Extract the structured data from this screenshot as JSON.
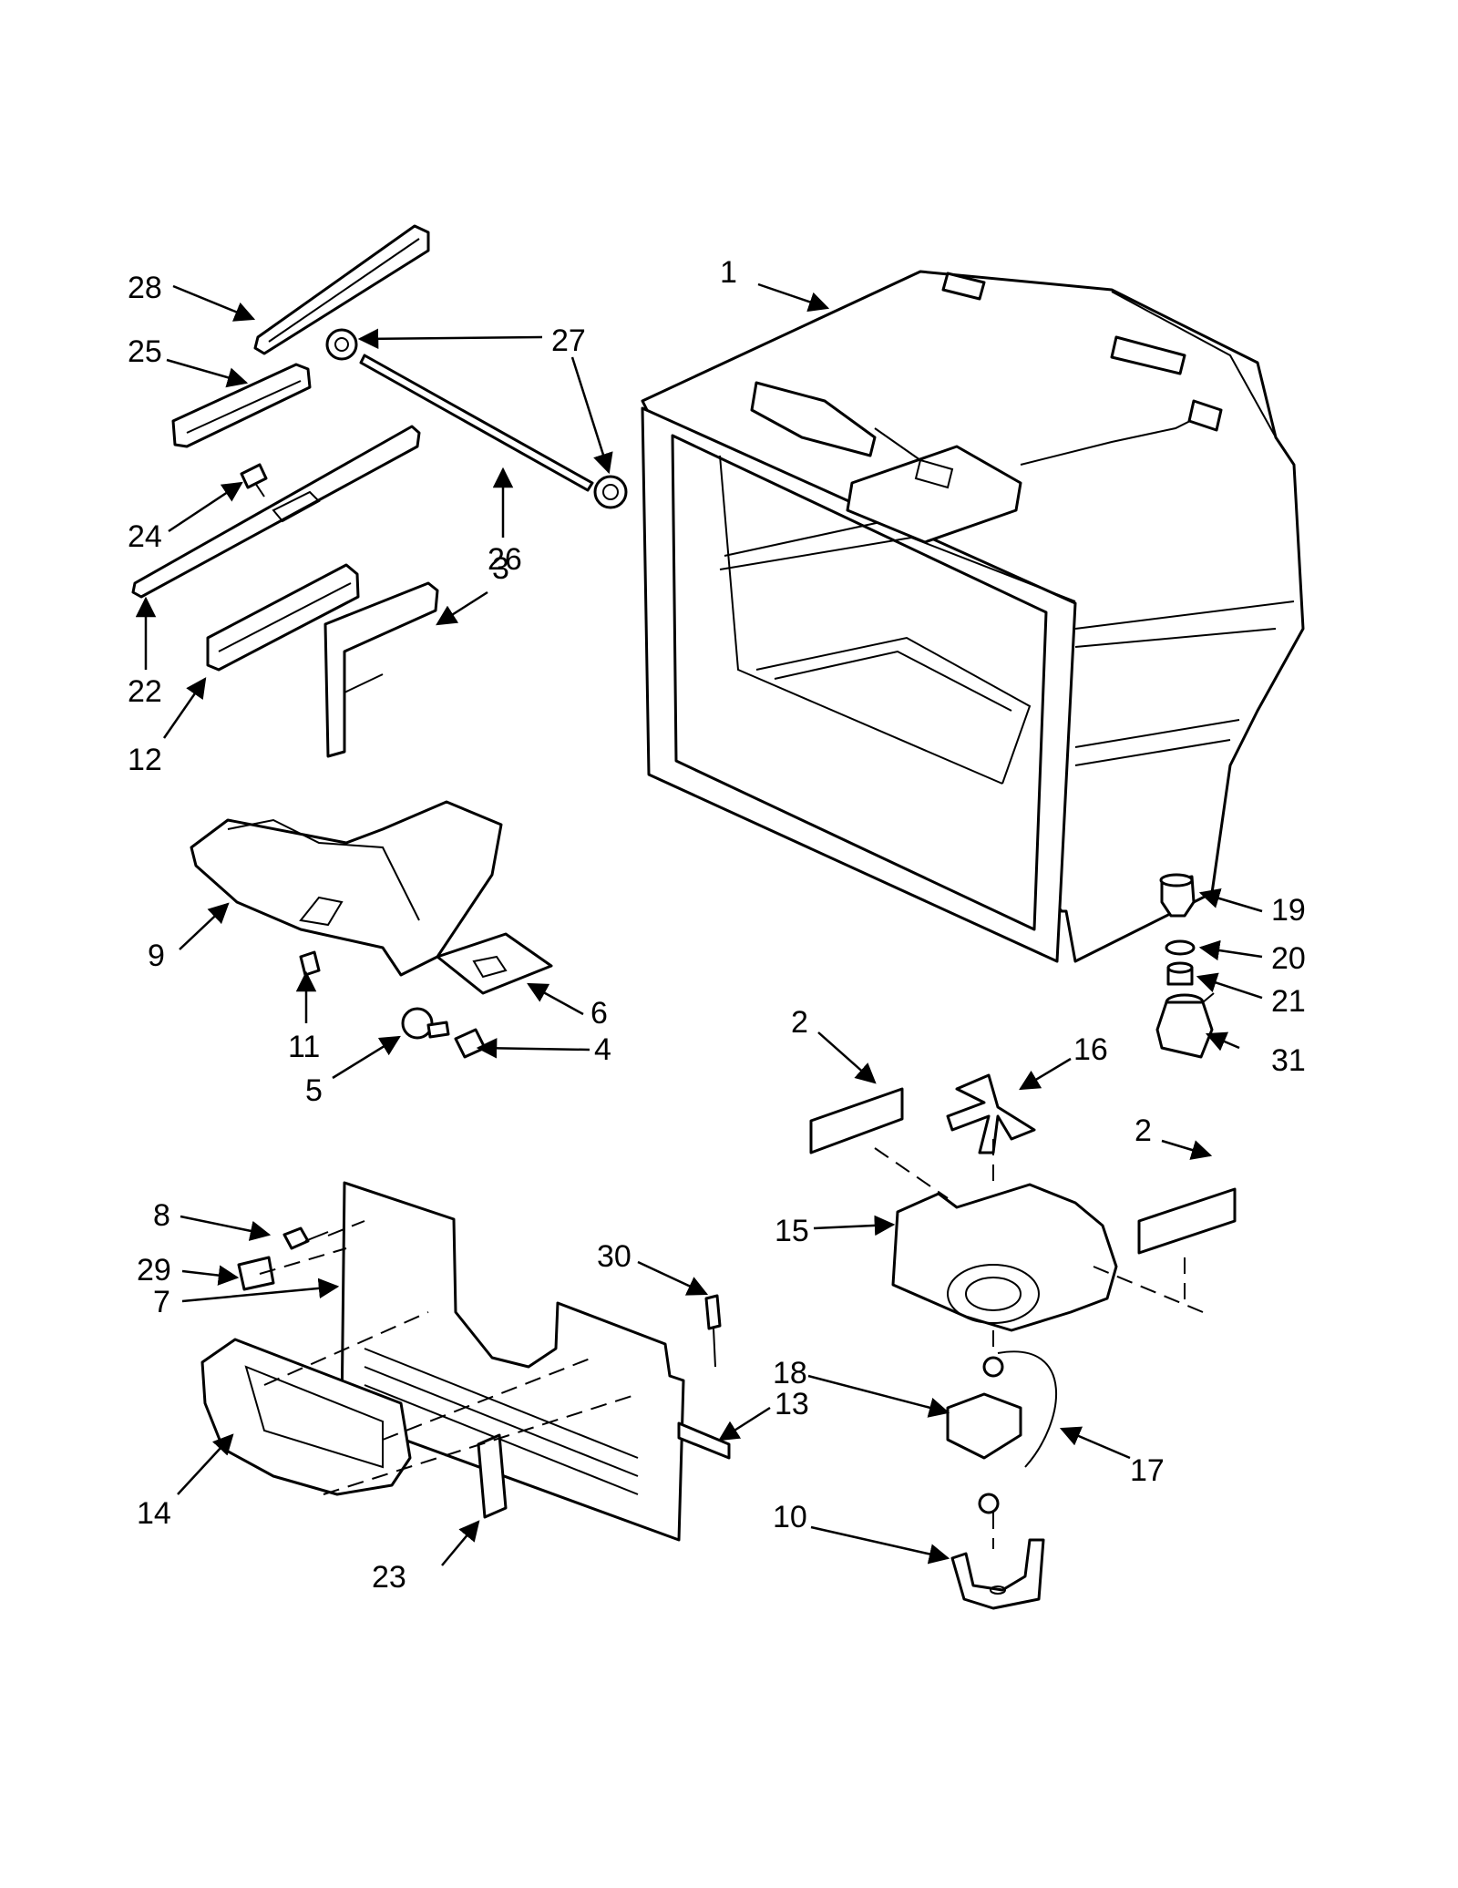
{
  "diagram": {
    "callouts": [
      {
        "id": "c1",
        "text": "1"
      },
      {
        "id": "c2a",
        "text": "2"
      },
      {
        "id": "c2b",
        "text": "2"
      },
      {
        "id": "c3",
        "text": "3"
      },
      {
        "id": "c4",
        "text": "4"
      },
      {
        "id": "c5",
        "text": "5"
      },
      {
        "id": "c6",
        "text": "6"
      },
      {
        "id": "c7",
        "text": "7"
      },
      {
        "id": "c8",
        "text": "8"
      },
      {
        "id": "c9",
        "text": "9"
      },
      {
        "id": "c10",
        "text": "10"
      },
      {
        "id": "c11",
        "text": "11"
      },
      {
        "id": "c12",
        "text": "12"
      },
      {
        "id": "c13",
        "text": "13"
      },
      {
        "id": "c14",
        "text": "14"
      },
      {
        "id": "c15",
        "text": "15"
      },
      {
        "id": "c16",
        "text": "16"
      },
      {
        "id": "c17",
        "text": "17"
      },
      {
        "id": "c18",
        "text": "18"
      },
      {
        "id": "c19",
        "text": "19"
      },
      {
        "id": "c20",
        "text": "20"
      },
      {
        "id": "c21",
        "text": "21"
      },
      {
        "id": "c22",
        "text": "22"
      },
      {
        "id": "c23",
        "text": "23"
      },
      {
        "id": "c24",
        "text": "24"
      },
      {
        "id": "c25",
        "text": "25"
      },
      {
        "id": "c26",
        "text": "26"
      },
      {
        "id": "c27",
        "text": "27"
      },
      {
        "id": "c28",
        "text": "28"
      },
      {
        "id": "c29",
        "text": "29"
      },
      {
        "id": "c30",
        "text": "30"
      },
      {
        "id": "c31",
        "text": "31"
      }
    ]
  }
}
